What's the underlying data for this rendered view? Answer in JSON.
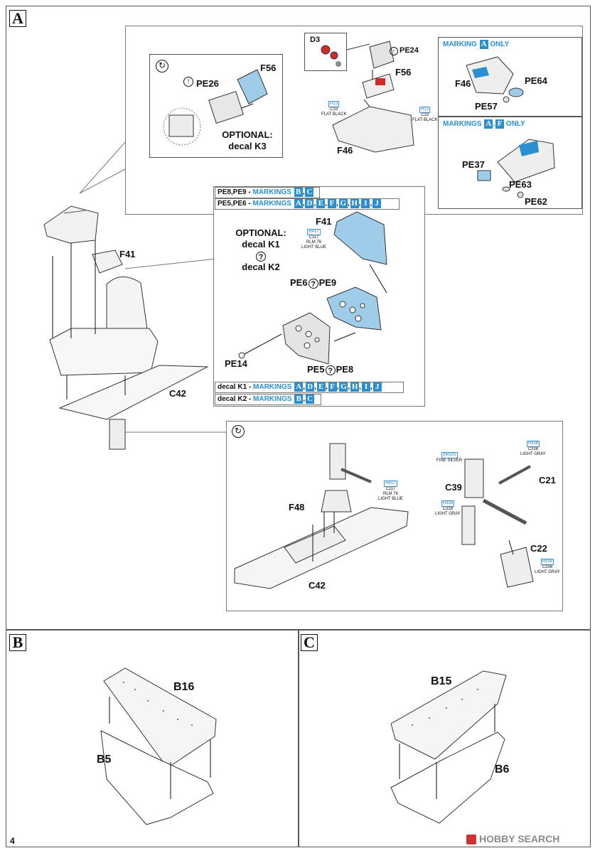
{
  "sections": {
    "a": "A",
    "b": "B",
    "c": "C"
  },
  "page_number": "4",
  "watermark": {
    "brand": "HOBBY SEARCH"
  },
  "colors": {
    "accent_blue": "#2a8fd0",
    "light_blue_part": "#9fcde9"
  },
  "top_callout": {
    "f56_left": "F56",
    "pe26": "PE26",
    "optional_line1": "OPTIONAL:",
    "optional_line2": "decal K3",
    "d3": "D3",
    "pe24": "PE24",
    "f56_center": "F56",
    "f46": "F46",
    "paint1": {
      "code": "H12",
      "c": "C33",
      "name": "FLAT BLACK"
    },
    "paint2": {
      "code": "H12",
      "c": "C33",
      "name": "FLAT BLACK"
    },
    "marking_a": {
      "prefix": "MARKING",
      "boxes": [
        "A"
      ],
      "suffix": "ONLY"
    },
    "f46_right": "F46",
    "pe64": "PE64",
    "pe57": "PE57",
    "marking_af": {
      "prefix": "MARKINGS",
      "boxes": [
        "A",
        "F"
      ],
      "suffix": "ONLY"
    },
    "pe37": "PE37",
    "pe63": "PE63",
    "pe62": "PE62"
  },
  "main": {
    "f41": "F41",
    "c42": "C42"
  },
  "panel_callout": {
    "row1": {
      "parts": "PE8,PE9 - ",
      "mk": "MARKINGS",
      "boxes": [
        "B",
        "C"
      ]
    },
    "row2": {
      "parts": "PE5,PE6 - ",
      "mk": "MARKINGS",
      "boxes": [
        "A",
        "D",
        "E",
        "F",
        "G",
        "H",
        "I",
        "J"
      ]
    },
    "optional_line1": "OPTIONAL:",
    "optional_line2": "decal K1",
    "q": "?",
    "optional_line3": "decal K2",
    "f41": "F41",
    "paint": {
      "code": "H417",
      "c": "C117",
      "name1": "RLM 76",
      "name2": "LIGHT BLUE"
    },
    "pe6": "PE6",
    "pe9": "PE9",
    "pe14": "PE14",
    "pe5": "PE5",
    "pe8": "PE8",
    "row3": {
      "parts": "decal K1 - ",
      "mk": "MARKINGS",
      "boxes": [
        "A",
        "D",
        "E",
        "F",
        "G",
        "H",
        "I",
        "J"
      ]
    },
    "row4": {
      "parts": "decal K2 - ",
      "mk": "MARKINGS",
      "boxes": [
        "B",
        "C"
      ]
    }
  },
  "lower_callout": {
    "f48": "F48",
    "c42": "C42",
    "paint_c42": {
      "code": "H417",
      "c": "C117",
      "name1": "RLM 76",
      "name2": "LIGHT BLUE"
    },
    "sm201": {
      "code": "SM201",
      "name": "FINE SILVER"
    },
    "h338a": {
      "code": "H338",
      "c": "C338",
      "name": "LIGHT GRAY"
    },
    "c21": "C21",
    "c39": "C39",
    "h338b": {
      "code": "H338",
      "c": "C338",
      "name": "LIGHT GRAY"
    },
    "c22": "C22",
    "h338c": {
      "code": "H338",
      "c": "C338",
      "name": "LIGHT GRAY"
    }
  },
  "section_b": {
    "b16": "B16",
    "b5": "B5"
  },
  "section_c": {
    "b15": "B15",
    "b6": "B6"
  }
}
